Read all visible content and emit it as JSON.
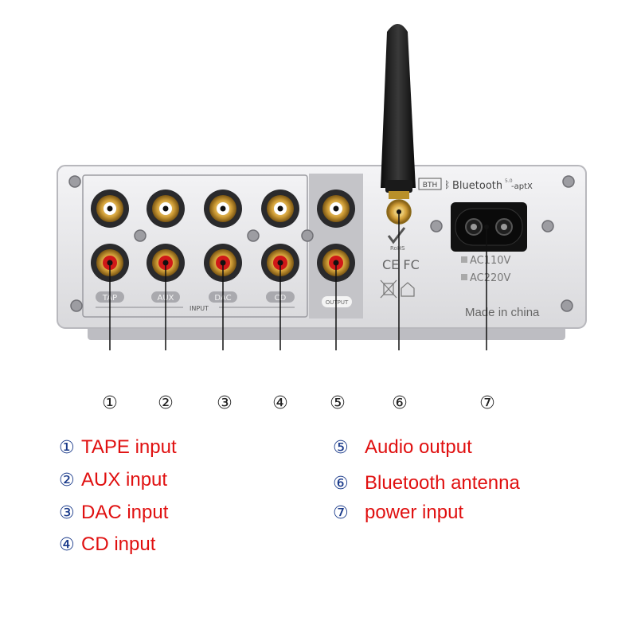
{
  "panel": {
    "input_labels": [
      "TAP",
      "AUX",
      "DAC",
      "CD"
    ],
    "input_group_label": "INPUT",
    "output_label": "OUTPUT",
    "bt_badge": "BTH",
    "bt_text": "Bluetooth",
    "bt_version": "5.0",
    "bt_codec": "-aptX",
    "cert_marks": "CE FC",
    "rohs": "RoHS",
    "voltage_1": "AC110V",
    "voltage_2": "AC220V",
    "made_in": "Made in china"
  },
  "callout_numbers": [
    "①",
    "②",
    "③",
    "④",
    "⑤",
    "⑥",
    "⑦"
  ],
  "legend_left": [
    {
      "sym": "①",
      "text": "TAPE input"
    },
    {
      "sym": "②",
      "text": "AUX input"
    },
    {
      "sym": "③",
      "text": "DAC input"
    },
    {
      "sym": "④",
      "text": "CD input"
    }
  ],
  "legend_right": [
    {
      "sym": "⑤",
      "text": "Audio output"
    },
    {
      "sym": "⑥",
      "text": "Bluetooth antenna"
    },
    {
      "sym": "⑦",
      "text": "power input"
    }
  ],
  "colors": {
    "legend_text": "#e01010",
    "legend_symbol": "#1a3a8a",
    "panel": "#e6e6e8",
    "rca_red": "#d01818",
    "rca_gold": "#d4a23a"
  }
}
